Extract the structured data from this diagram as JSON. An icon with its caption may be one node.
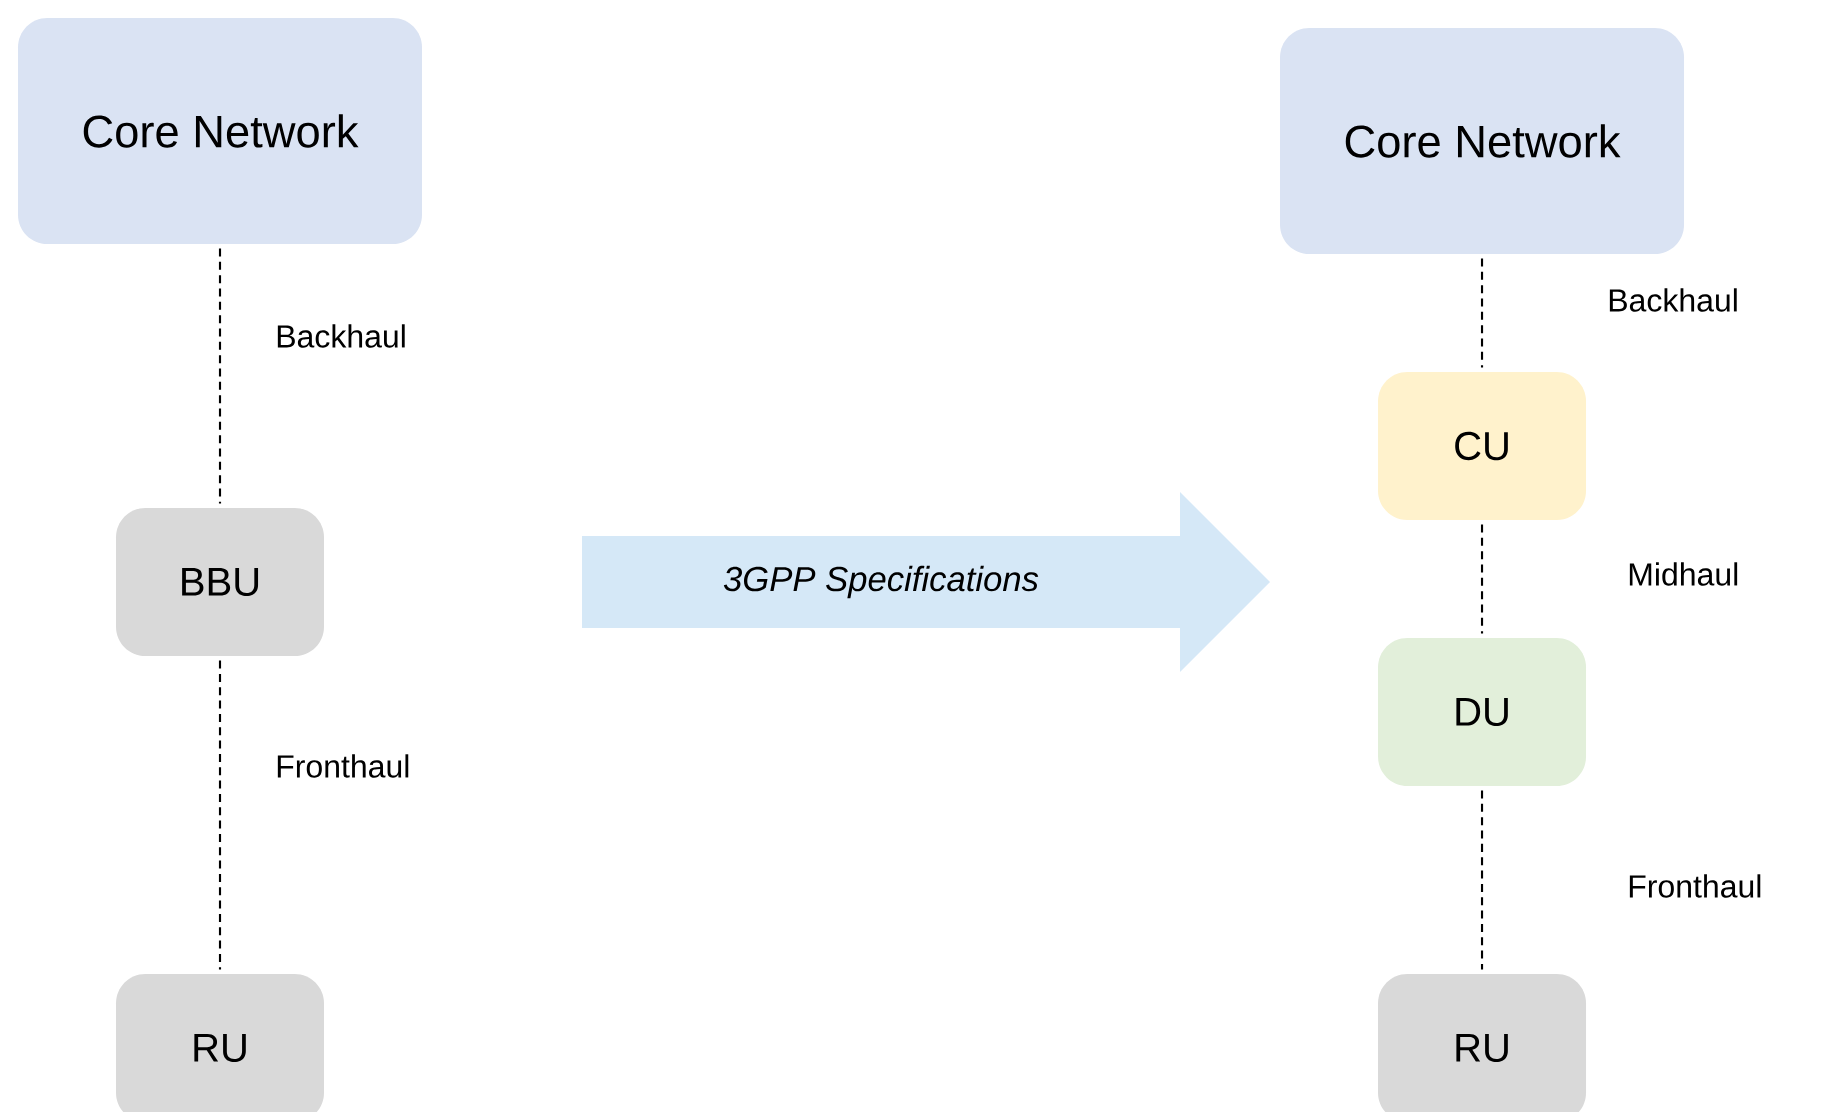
{
  "diagram": {
    "nodes": [
      {
        "text": [
          "Core Network"
        ]
      },
      {
        "text": [
          "BBU"
        ]
      },
      {
        "text": [
          "RU"
        ]
      },
      {
        "text": [
          "*3GPP Specifications*"
        ]
      },
      {
        "text": [
          "Core Network"
        ]
      },
      {
        "text": [
          "CU"
        ]
      },
      {
        "text": [
          "DU"
        ]
      },
      {
        "text": [
          "RU"
        ]
      }
    ],
    "edges": [
      {
        "from": 0,
        "to": 1,
        "arrow": "none",
        "style": "dashed",
        "label": "Backhaul"
      },
      {
        "from": 1,
        "to": 2,
        "arrow": "none",
        "style": "dashed",
        "label": "Fronthaul"
      },
      {
        "from": 4,
        "to": 5,
        "arrow": "none",
        "style": "dashed",
        "label": "Backhaul"
      },
      {
        "from": 5,
        "to": 6,
        "arrow": "none",
        "style": "dashed",
        "label": "Midhaul"
      },
      {
        "from": 6,
        "to": 7,
        "arrow": "none",
        "style": "dashed",
        "label": "Fronthaul"
      }
    ]
  }
}
